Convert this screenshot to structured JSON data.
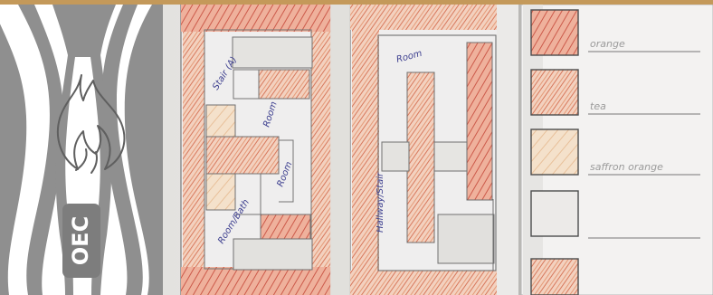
{
  "brand": {
    "badge_text": "OEC",
    "accent_color": "#c4995a",
    "stripe_color": "#8f8f8f",
    "badge_color": "#7d7d7d"
  },
  "sketch": {
    "left_plan_notes": [
      "Stair (A)",
      "Room",
      "Room",
      "Room/Bath"
    ],
    "right_plan_notes": [
      "Room",
      "Hallway/Stair"
    ],
    "colors": {
      "hatch_orange": "#e59b78",
      "hatch_red": "#cc5a4a",
      "beige_fill": "#efd7ba",
      "paper": "#efeeee"
    }
  },
  "legend": {
    "items": [
      {
        "label": "orange",
        "fill": "#d99c8e"
      },
      {
        "label": "tea",
        "fill": "#e38e73"
      },
      {
        "label": "saffron orange",
        "fill": "#efcfa9"
      },
      {
        "label": "",
        "fill": "#eceae8"
      },
      {
        "label": "",
        "fill": "#e4987f"
      }
    ]
  }
}
